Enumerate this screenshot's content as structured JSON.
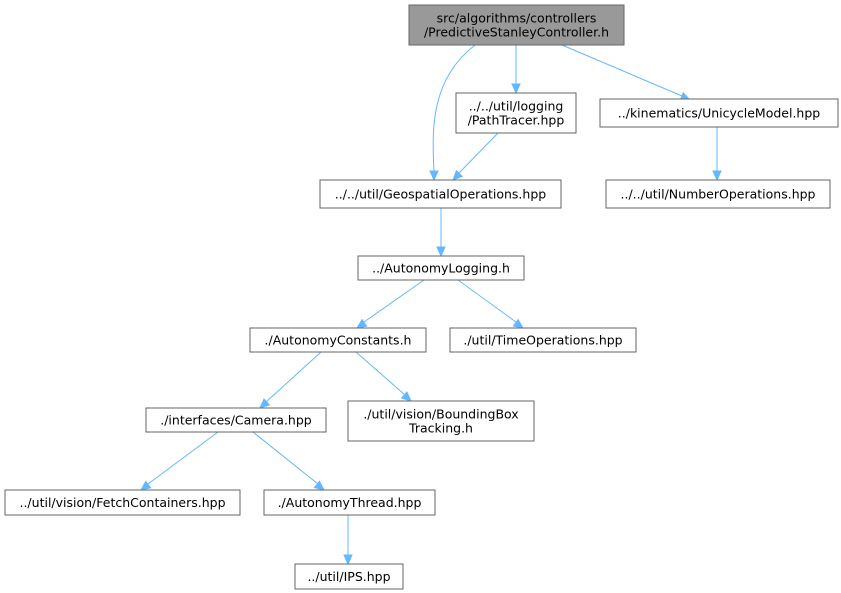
{
  "graph": {
    "colors": {
      "edge": "#63b8ff",
      "node_border": "#666666",
      "root_fill": "#999999",
      "node_fill": "#ffffff"
    },
    "nodes": [
      {
        "id": "root",
        "lines": [
          "src/algorithms/controllers",
          "/PredictiveStanleyController.h"
        ]
      },
      {
        "id": "pathtracer",
        "lines": [
          "../../util/logging",
          "/PathTracer.hpp"
        ]
      },
      {
        "id": "unicycle",
        "lines": [
          "../kinematics/UnicycleModel.hpp"
        ]
      },
      {
        "id": "geo",
        "lines": [
          "../../util/GeospatialOperations.hpp"
        ]
      },
      {
        "id": "numops",
        "lines": [
          "../../util/NumberOperations.hpp"
        ]
      },
      {
        "id": "autolog",
        "lines": [
          "../AutonomyLogging.h"
        ]
      },
      {
        "id": "autoconst",
        "lines": [
          "./AutonomyConstants.h"
        ]
      },
      {
        "id": "timeops",
        "lines": [
          "./util/TimeOperations.hpp"
        ]
      },
      {
        "id": "camera",
        "lines": [
          "./interfaces/Camera.hpp"
        ]
      },
      {
        "id": "bbox",
        "lines": [
          "./util/vision/BoundingBox",
          "Tracking.h"
        ]
      },
      {
        "id": "fetch",
        "lines": [
          "../util/vision/FetchContainers.hpp"
        ]
      },
      {
        "id": "thread",
        "lines": [
          "./AutonomyThread.hpp"
        ]
      },
      {
        "id": "ips",
        "lines": [
          "../util/IPS.hpp"
        ]
      }
    ]
  }
}
